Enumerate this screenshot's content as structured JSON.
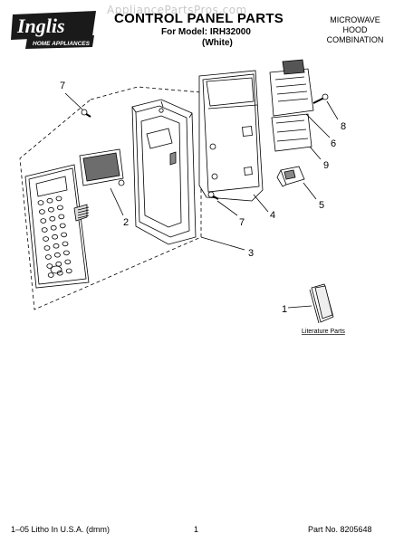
{
  "header": {
    "brand": "Inglis",
    "brand_sub": "HOME APPLIANCES",
    "watermark": "AppliancePartsPros.com",
    "title": "CONTROL PANEL PARTS",
    "model_line": "For Model: IRH32000",
    "color_line": "(White)",
    "product_type_line1": "MICROWAVE",
    "product_type_line2": "HOOD",
    "product_type_line3": "COMBINATION"
  },
  "callouts": {
    "c1": "1",
    "c2": "2",
    "c3": "3",
    "c4": "4",
    "c5": "5",
    "c6": "6",
    "c7a": "7",
    "c7b": "7",
    "c8": "8",
    "c9": "9"
  },
  "literature_label": "Literature Parts",
  "footer": {
    "left": "1–05 Litho In U.S.A. (dmm)",
    "center": "1",
    "right": "Part No. 8205648"
  }
}
